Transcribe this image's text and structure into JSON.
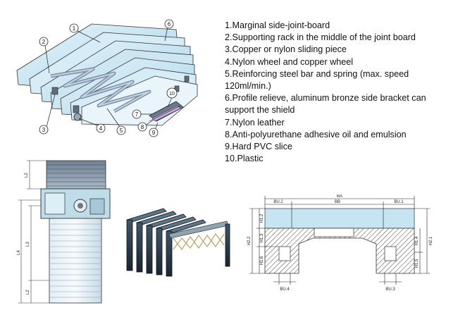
{
  "legend": {
    "items": [
      "1.Marginal side-joint-board",
      "2.Supporting rack in the middle of the joint board",
      "3.Copper or nylon sliding piece",
      "4.Nylon wheel and copper wheel",
      "5.Reinforcing steel bar and spring (max. speed 120ml/min.)",
      "6.Profile relieve, aluminum bronze side bracket can support the shield",
      "7.Nylon leather",
      "8.Anti-polyurethane adhesive oil and emulsion",
      "9.Hard PVC slice",
      "10.Plastic"
    ]
  },
  "callouts": [
    "1",
    "2",
    "3",
    "4",
    "5",
    "6",
    "7",
    "8",
    "9",
    "10"
  ],
  "vertical_dims": [
    "L2",
    "L3",
    "L4",
    "L2"
  ],
  "profile_dims": {
    "top": [
      "BA",
      "BU.2",
      "BB",
      "BU.1"
    ],
    "left": [
      "H1.2",
      "H1.3",
      "H1.6",
      "H2.2"
    ],
    "right": [
      "H1.4",
      "H1.5",
      "H2.1"
    ],
    "bottom": [
      "BU.4",
      "BU.3"
    ]
  },
  "colors": {
    "accent": "#bfe3f2",
    "steel": "#8aa3b5",
    "dark": "#1d2733"
  }
}
